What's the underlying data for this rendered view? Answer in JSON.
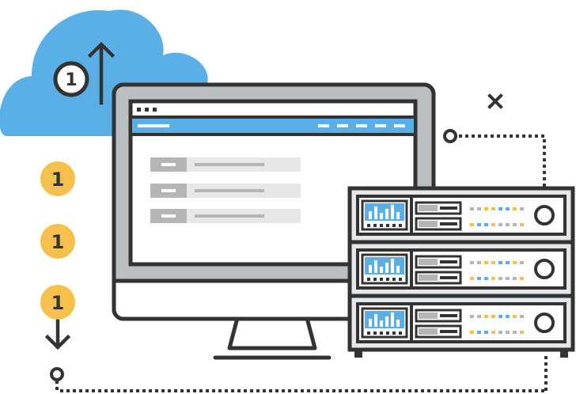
{
  "colors": {
    "outline": "#333333",
    "cloud": "#5aafe6",
    "coin": "#f5c14c",
    "gray_light": "#e6e7e8",
    "gray_mid": "#b3b5b7",
    "gray_dark": "#7a7d80",
    "monitor_bezel": "#bcbfc2",
    "accent_blue": "#5aafe6",
    "accent_yellow": "#f5c14c",
    "white": "#ffffff"
  },
  "cloud": {
    "coin_label": "1",
    "arrow_direction": "up"
  },
  "coins": [
    {
      "label": "1"
    },
    {
      "label": "1"
    },
    {
      "label": "1",
      "arrow_direction": "down"
    }
  ],
  "monitor": {
    "list_items": 3,
    "window_dots": 3
  },
  "server": {
    "units": 3
  },
  "icons": [
    "cloud-icon",
    "upload-arrow-icon",
    "download-arrow-icon",
    "close-icon",
    "monitor-icon",
    "server-rack-icon",
    "coin-icon"
  ]
}
